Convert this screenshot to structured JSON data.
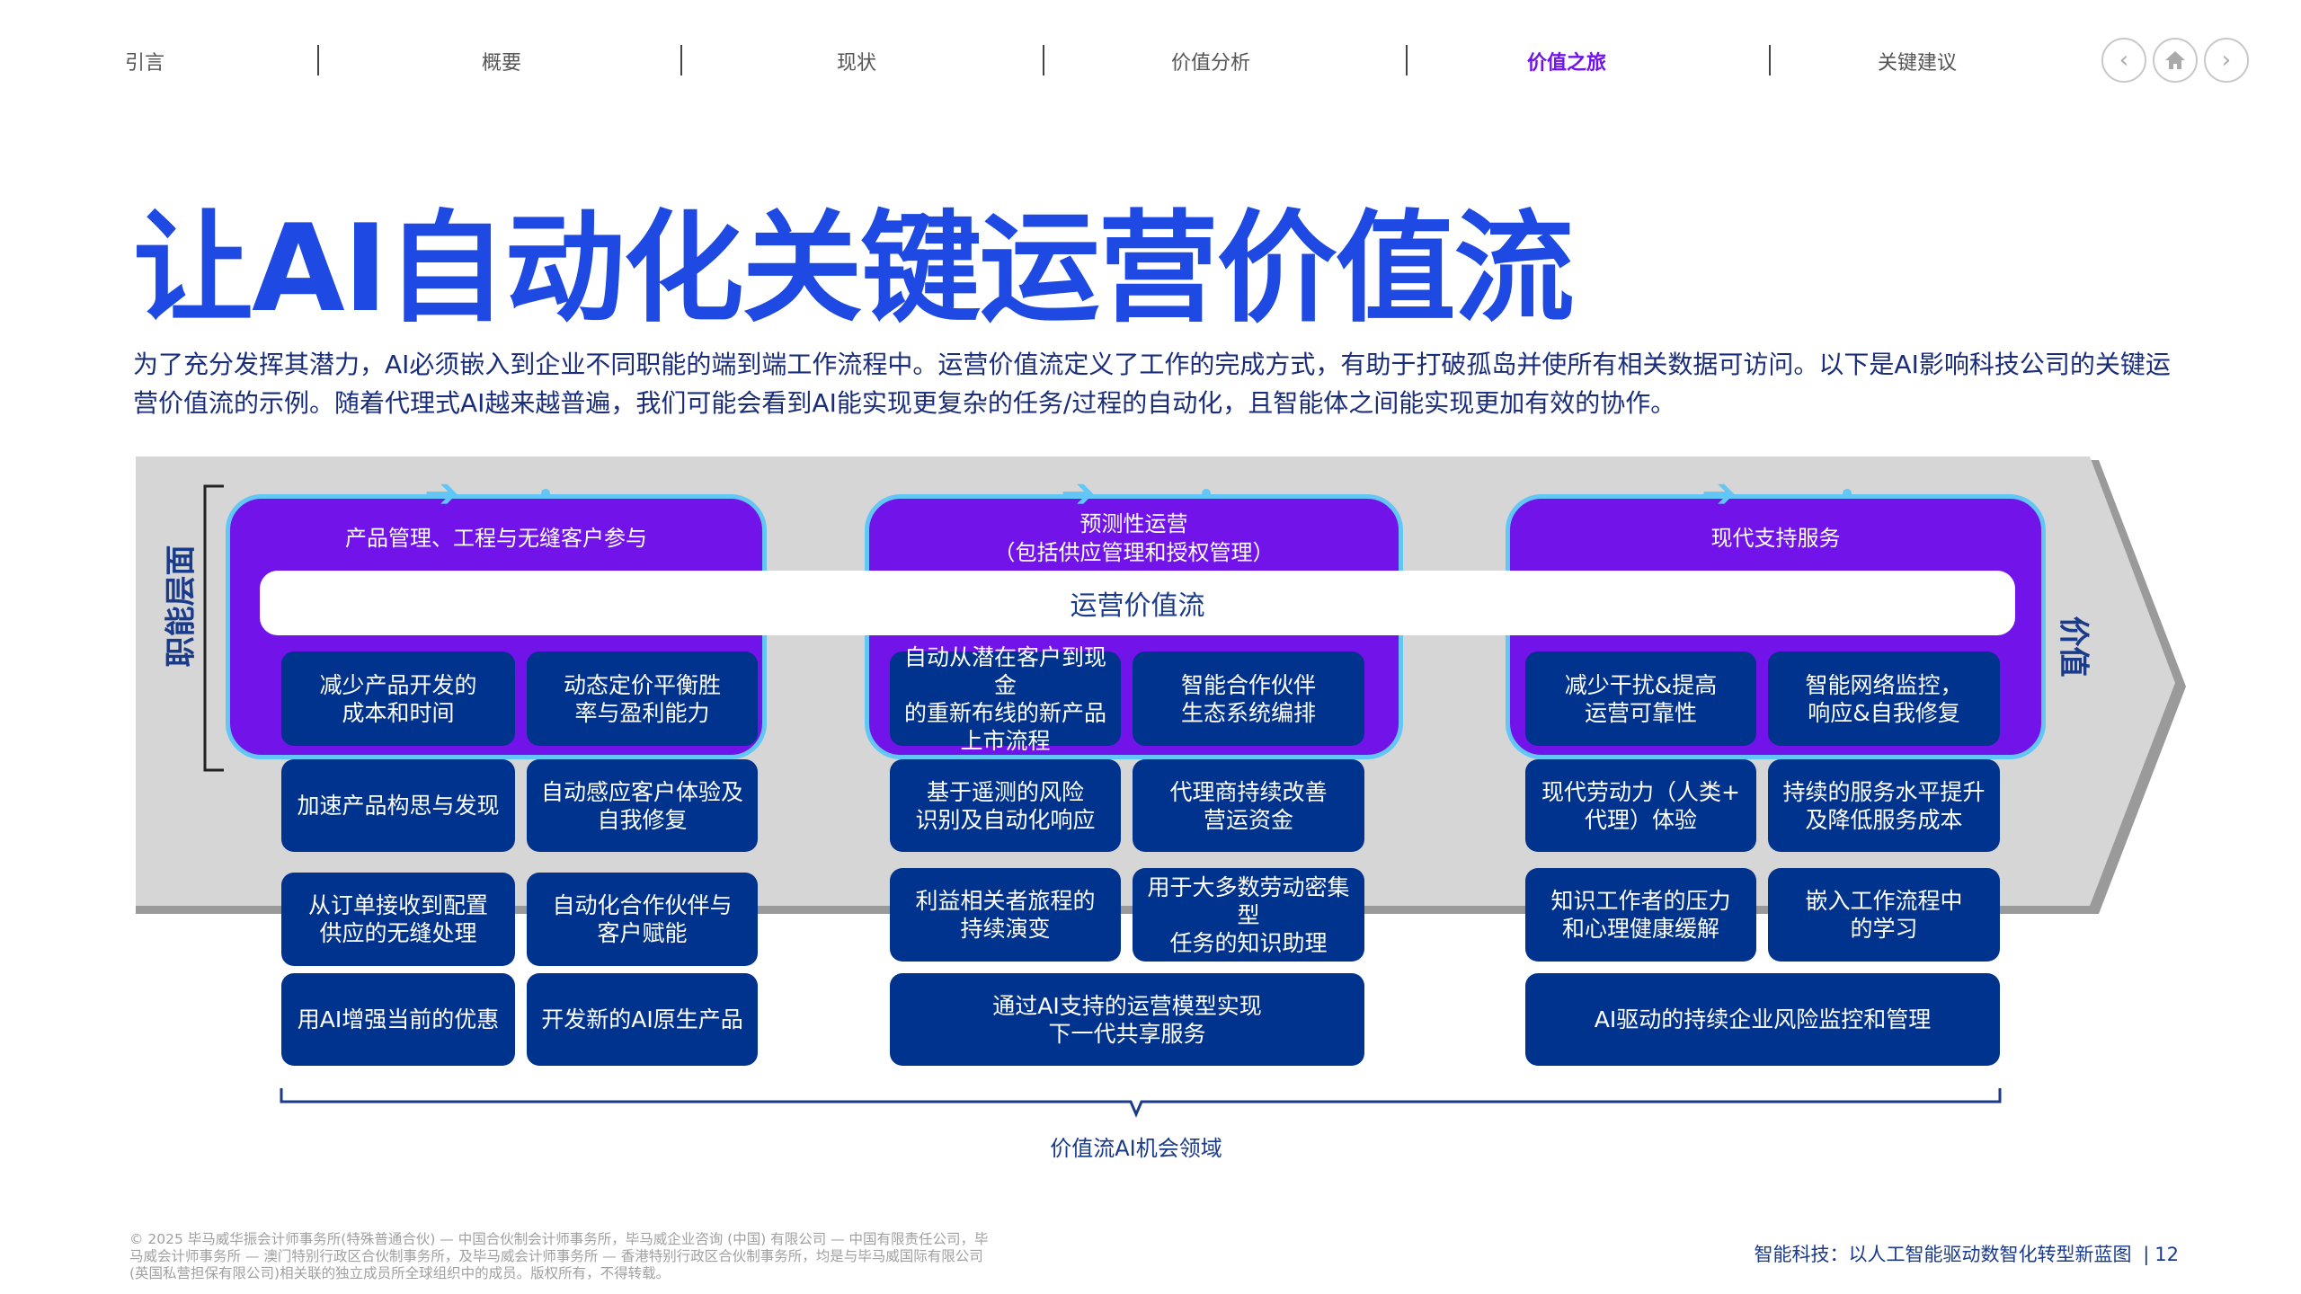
{
  "nav": {
    "items": [
      "引言",
      "概要",
      "现状",
      "价值分析",
      "价值之旅",
      "关键建议"
    ],
    "active_index": 4,
    "prev_icon": "chevron-left-icon",
    "home_icon": "home-icon",
    "next_icon": "chevron-right-icon"
  },
  "title": "让AI自动化关键运营价值流",
  "intro": "为了充分发挥其潜力，AI必须嵌入到企业不同职能的端到端工作流程中。运营价值流定义了工作的完成方式，有助于打破孤岛并使所有相关数据可访问。以下是AI影响科技公司的关键运营价值流的示例。随着代理式AI越来越普遍，我们可能会看到AI能实现更复杂的任务/过程的自动化，且智能体之间能实现更加有效的协作。",
  "diagram": {
    "left_label": "职能层面",
    "right_label": "价值",
    "band_label": "运营价值流",
    "bottom_label": "价值流AI机会领域",
    "columns": [
      {
        "title": "产品管理、工程与无缝客户参与",
        "tiles": [
          "减少产品开发的\n成本和时间",
          "动态定价平衡胜\n率与盈利能力",
          "加速产品构思与发现",
          "自动感应客户体验及\n自我修复",
          "从订单接收到配置\n供应的无缝处理",
          "自动化合作伙伴与\n客户赋能",
          "用AI增强当前的优惠",
          "开发新的AI原生产品"
        ]
      },
      {
        "title": "预测性运营\n（包括供应管理和授权管理）",
        "tiles": [
          "自动从潜在客户到现金\n的重新布线的新产品\n上市流程",
          "智能合作伙伴\n生态系统编排",
          "基于遥测的风险\n识别及自动化响应",
          "代理商持续改善\n营运资金",
          "利益相关者旅程的\n持续演变",
          "用于大多数劳动密集型\n任务的知识助理",
          "通过AI支持的运营模型实现\n下一代共享服务"
        ]
      },
      {
        "title": "现代支持服务",
        "tiles": [
          "减少干扰&提高\n运营可靠性",
          "智能网络监控，\n响应&自我修复",
          "现代劳动力（人类+\n代理）体验",
          "持续的服务水平提升\n及降低服务成本",
          "知识工作者的压力\n和心理健康缓解",
          "嵌入工作流程中\n的学习",
          "AI驱动的持续企业风险监控和管理"
        ]
      }
    ]
  },
  "footer": {
    "copyright": "© 2025 毕马威华振会计师事务所(特殊普通合伙) — 中国合伙制会计师事务所，毕马威企业咨询 (中国) 有限公司 — 中国有限责任公司，毕马威会计师事务所 — 澳门特别行政区合伙制事务所，及毕马威会计师事务所 — 香港特别行政区合伙制事务所，均是与毕马威国际有限公司(英国私营担保有限公司)相关联的独立成员所全球组织中的成员。版权所有，不得转载。",
    "report_title": "智能科技：以人工智能驱动数智化转型新蓝图",
    "page_number": "12"
  },
  "colors": {
    "title": "#1E49E2",
    "purple": "#7213EA",
    "tile": "#00338D",
    "accent_blue": "#62C7F6",
    "text_dark": "#1a2d7a"
  }
}
